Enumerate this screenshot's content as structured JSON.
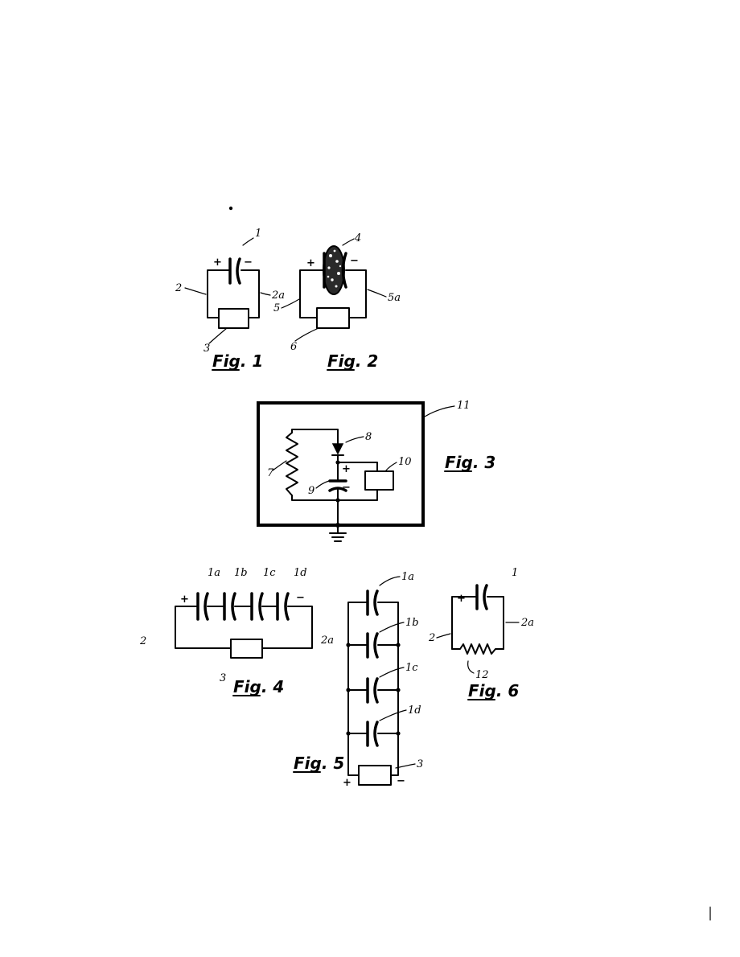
{
  "plus": "+",
  "minus": "−",
  "fig1": {
    "caption": "Fig. 1",
    "ref_capacitor": "1",
    "ref_lead_left": "2",
    "ref_lead_right": "2a",
    "ref_load": "3"
  },
  "fig2": {
    "caption": "Fig. 2",
    "ref_element": "4",
    "ref_lead_left": "5",
    "ref_lead_right": "5a",
    "ref_load": "6"
  },
  "fig3": {
    "caption": "Fig. 3",
    "ref_resistor": "7",
    "ref_diode": "8",
    "ref_capacitor": "9",
    "ref_load": "10",
    "ref_housing": "11"
  },
  "fig4": {
    "caption": "Fig. 4",
    "ref_cap_a": "1a",
    "ref_cap_b": "1b",
    "ref_cap_c": "1c",
    "ref_cap_d": "1d",
    "ref_lead_left": "2",
    "ref_lead_right": "2a",
    "ref_load": "3"
  },
  "fig5": {
    "caption": "Fig. 5",
    "ref_cap_a": "1a",
    "ref_cap_b": "1b",
    "ref_cap_c": "1c",
    "ref_cap_d": "1d",
    "ref_load": "3"
  },
  "fig6": {
    "caption": "Fig. 6",
    "ref_capacitor": "1",
    "ref_lead_left": "2",
    "ref_lead_right": "2a",
    "ref_resistor": "12"
  }
}
